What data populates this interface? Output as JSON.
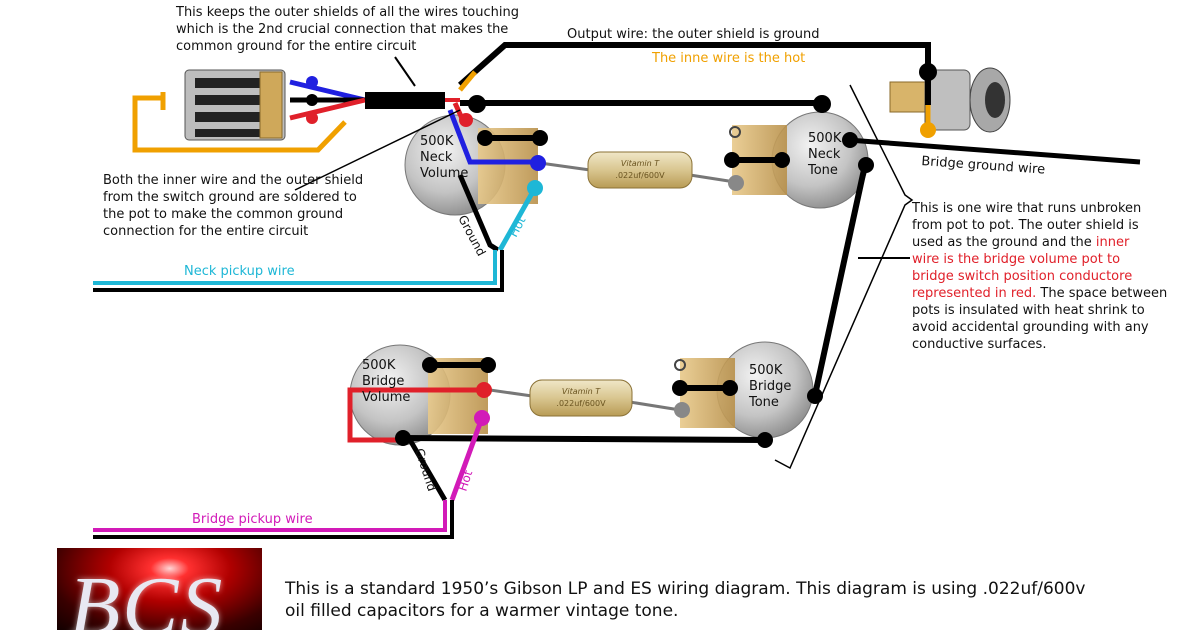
{
  "annotations": {
    "outer_shields": "This keeps the outer shields of all the wires touching\nwhich is the 2nd crucial connection that makes the\ncommon ground for the entire circuit",
    "output_wire": "Output wire: the outer shield is ground",
    "inner_wire_hot": "The inne wire is the hot",
    "both_wires": "Both the inner wire and the outer shield\nfrom the switch ground are soldered to\nthe pot to make the common ground\nconnection for the entire circuit",
    "bridge_ground_wire": "Bridge ground wire",
    "neck_pickup_wire": "Neck pickup wire",
    "bridge_pickup_wire": "Bridge pickup wire",
    "one_wire_part1": "This is one wire that runs unbroken\nfrom pot to pot. The outer shield is\nused as the ground and the ",
    "one_wire_red": "inner\nwire is the bridge volume pot to\nbridge switch position conductore\nrepresented in red.",
    "one_wire_part2": " The space between\npots is insulated with heat shrink to\navoid accidental grounding with any\nconductive surfaces."
  },
  "pots": {
    "neck_volume": "500K\nNeck\nVolume",
    "neck_tone": "500K\nNeck\nTone",
    "bridge_volume": "500K\nBridge\nVolume",
    "bridge_tone": "500K\nBridge\nTone"
  },
  "wire_labels": {
    "ground": "Ground",
    "hot": "Hot"
  },
  "capacitor": {
    "brand": "Vitamin T",
    "value": ".022uf/600V"
  },
  "logo": {
    "text": "BCS"
  },
  "footer": {
    "caption": "This is a standard 1950’s Gibson LP and ES wiring diagram. This diagram is using .022uf/600v\noil filled capacitors for a warmer vintage tone."
  },
  "colors": {
    "wire_black": "#000000",
    "wire_red": "#e0202a",
    "wire_blue": "#2020e0",
    "wire_cyan": "#1eb7d6",
    "wire_magenta": "#d21ab8",
    "wire_orange": "#f0a000",
    "pot_metal": "#c9c9c9"
  }
}
